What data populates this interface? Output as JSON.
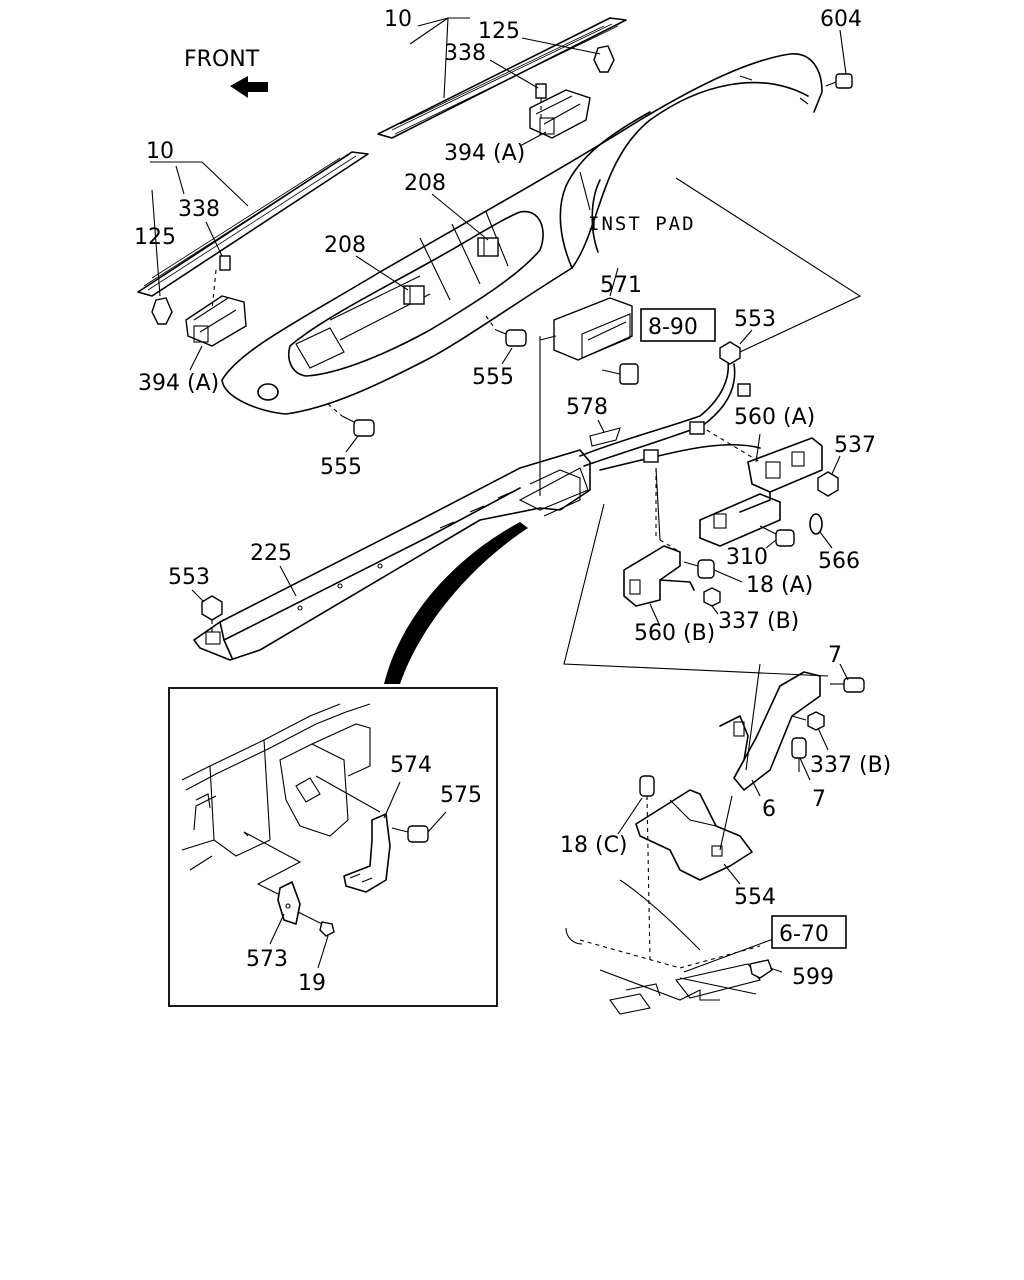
{
  "orientation": {
    "text": "FRONT",
    "arrow_icon": "arrow-left-icon"
  },
  "annotations": {
    "inst_pad": "INST PAD"
  },
  "references": {
    "ref_1": "8-90",
    "ref_2": "6-70"
  },
  "callouts": {
    "c10_top": "10",
    "c125_top": "125",
    "c338_top": "338",
    "c394a_top": "394 (A)",
    "c604": "604",
    "c10_left": "10",
    "c338_left": "338",
    "c125_left": "125",
    "c394a_left": "394 (A)",
    "c208_upper": "208",
    "c208_lower": "208",
    "c571": "571",
    "c553_upper": "553",
    "c555_center": "555",
    "c555_left": "555",
    "c578": "578",
    "c560a": "560 (A)",
    "c537": "537",
    "c310": "310",
    "c566": "566",
    "c18a": "18 (A)",
    "c337b_upper": "337 (B)",
    "c560b": "560 (B)",
    "c225": "225",
    "c553_lower": "553",
    "c7_upper": "7",
    "c337b_lower": "337 (B)",
    "c7_lower": "7",
    "c6": "6",
    "c18c": "18 (C)",
    "c554": "554",
    "c599": "599",
    "c574": "574",
    "c575": "575",
    "c573": "573",
    "c19": "19"
  }
}
